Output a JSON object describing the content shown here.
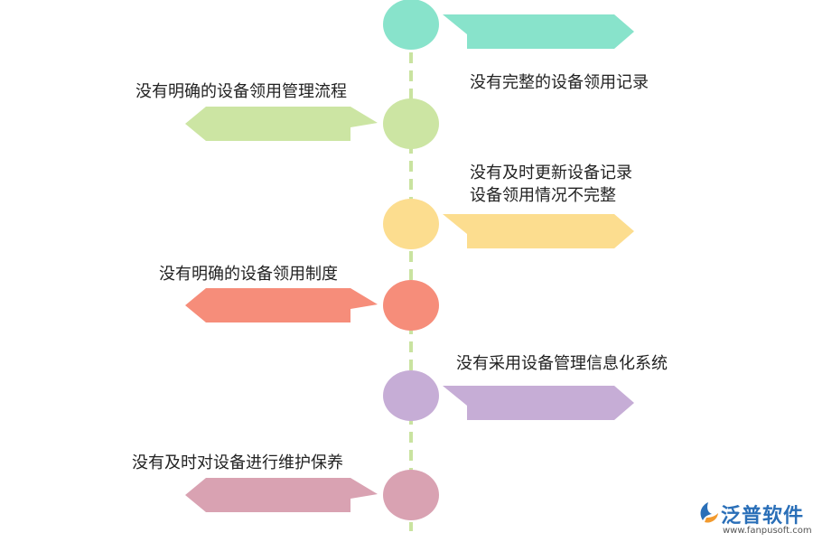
{
  "steps": [
    {
      "side": "right",
      "color": "#88e3cb",
      "text": ""
    },
    {
      "side": "left",
      "color": "#cce5a3",
      "text": "没有明确的设备领用管理流程"
    },
    {
      "side": "right",
      "color": "#fcdd8f",
      "text": ""
    },
    {
      "side": "left",
      "color": "#f68d7a",
      "text": "没有明确的设备领用制度"
    },
    {
      "side": "right",
      "color": "#c6add6",
      "text": "没有采用设备管理信息化系统"
    },
    {
      "side": "left",
      "color": "#d9a2b2",
      "text": "没有及时对设备进行维护保养"
    }
  ],
  "extra_labels": {
    "first_right": "没有完整的设备领用记录",
    "third_right_line1": "没有及时更新设备记录",
    "third_right_line2": "设备领用情况不完整"
  },
  "timeline_color": "#c9e3a0",
  "logo": {
    "name": "泛普软件",
    "url": "www.fanpusoft.com",
    "accent": "#2a6fb8"
  }
}
